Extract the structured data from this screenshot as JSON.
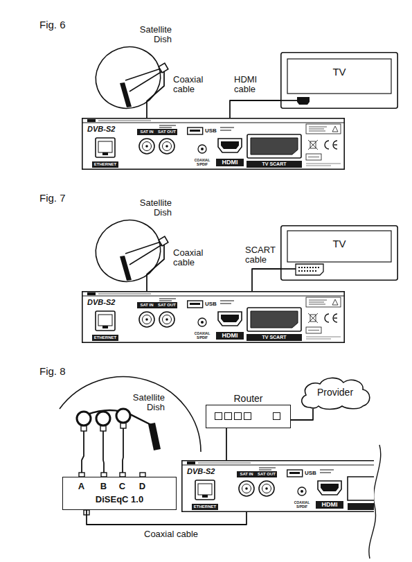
{
  "diagram": {
    "nodes": [
      {
        "text": [
          "Satellite Dish"
        ]
      },
      {
        "text": [
          "TV"
        ]
      },
      {
        "text": [
          "DVB-S2"
        ]
      },
      {
        "text": [
          "ETHERNET"
        ],
        "in": 2
      },
      {
        "text": [
          "SAT IN"
        ],
        "in": 2
      },
      {
        "text": [
          "SAT OUT"
        ],
        "in": 2
      },
      {
        "text": [
          "USB"
        ],
        "in": 2
      },
      {
        "text": [
          "COAXIAL S/PDIF"
        ],
        "in": 2
      },
      {
        "text": [
          "HDMI"
        ],
        "in": 2
      },
      {
        "text": [
          "TV SCART"
        ],
        "in": 2
      },
      {
        "text": [
          "Satellite Dish"
        ]
      },
      {
        "text": [
          "TV"
        ]
      },
      {
        "text": [
          "DVB-S2"
        ]
      },
      {
        "text": [
          "ETHERNET"
        ],
        "in": 12
      },
      {
        "text": [
          "SAT IN"
        ],
        "in": 12
      },
      {
        "text": [
          "SAT OUT"
        ],
        "in": 12
      },
      {
        "text": [
          "USB"
        ],
        "in": 12
      },
      {
        "text": [
          "COAXIAL S/PDIF"
        ],
        "in": 12
      },
      {
        "text": [
          "HDMI"
        ],
        "in": 12
      },
      {
        "text": [
          "TV SCART"
        ],
        "in": 12
      },
      {
        "text": [
          "Satellite Dish"
        ]
      },
      {
        "text": [
          "Router"
        ]
      },
      {
        "text": [
          "Provider"
        ]
      },
      {
        "text": [
          "A",
          "B",
          "C",
          "D",
          "DiSEqC 1.0"
        ]
      },
      {
        "text": [
          "DVB-S2"
        ]
      },
      {
        "text": [
          "ETHERNET"
        ],
        "in": 24
      },
      {
        "text": [
          "SAT IN"
        ],
        "in": 24
      },
      {
        "text": [
          "SAT OUT"
        ],
        "in": 24
      },
      {
        "text": [
          "USB"
        ],
        "in": 24
      },
      {
        "text": [
          "COAXIAL S/PDIF"
        ],
        "in": 24
      },
      {
        "text": [
          "HDMI"
        ],
        "in": 24
      }
    ],
    "edges": [
      {
        "from": 0,
        "to": 4,
        "arrow": "none",
        "label": "Coaxial cable"
      },
      {
        "from": 8,
        "to": 1,
        "arrow": "none",
        "label": "HDMI cable"
      },
      {
        "from": 10,
        "to": 14,
        "arrow": "none",
        "label": "Coaxial cable"
      },
      {
        "from": 19,
        "to": 11,
        "arrow": "none",
        "label": "SCART cable"
      },
      {
        "from": 23,
        "to": 26,
        "arrow": "none",
        "label": "Coaxial cable"
      },
      {
        "from": 21,
        "to": 25,
        "arrow": "none"
      },
      {
        "from": 21,
        "to": 22,
        "arrow": "none"
      }
    ],
    "labels": [
      "Fig. 6",
      "Fig. 7",
      "Fig. 8"
    ]
  }
}
